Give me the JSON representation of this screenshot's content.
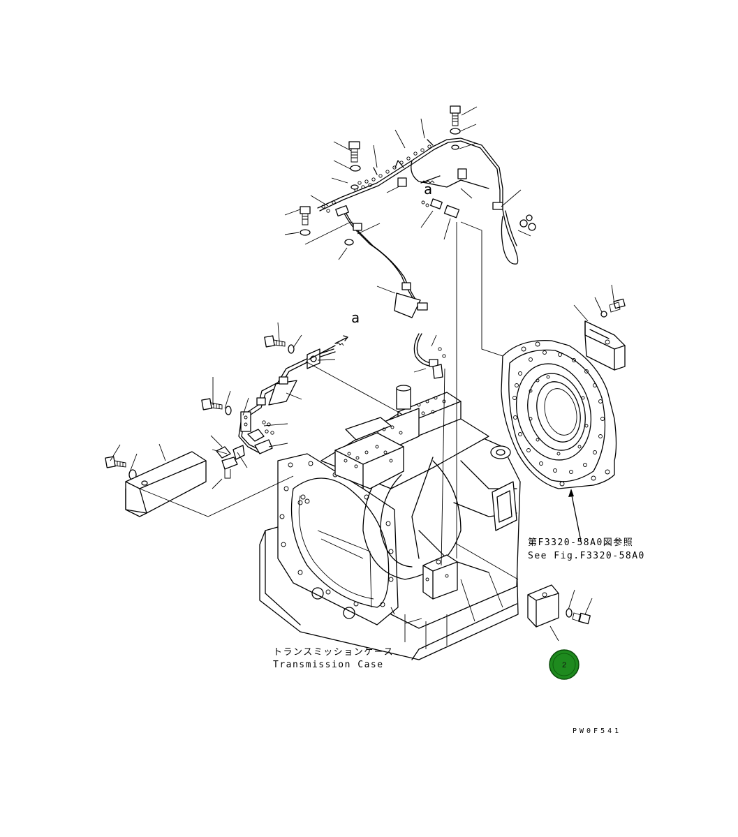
{
  "labels": {
    "view_marker_upper": "a",
    "view_marker_lower": "a",
    "ref_japanese": "第F3320-58A0図参照",
    "ref_english": "See Fig.F3320-58A0",
    "case_japanese": "トランスミッションケース",
    "case_english": "Transmission Case",
    "drawing_code": "PW0F541"
  },
  "hotspot": {
    "number": "2",
    "color": "#1e8a1e"
  }
}
